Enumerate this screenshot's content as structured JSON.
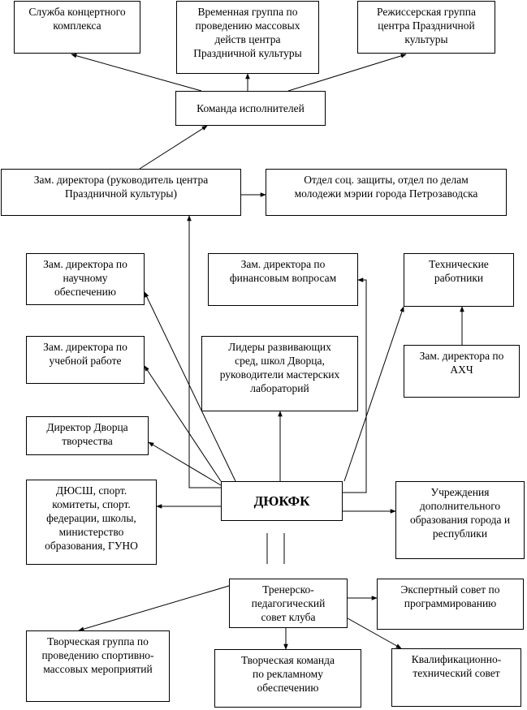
{
  "boxes": {
    "service": "Служба концертного\nкомплекса",
    "temp_group": "Временная группа по\nпроведению массовых\nдейств центра\nПраздничной культуры",
    "director_group": "Режиссерская группа\nцентра Праздничной\nкультуры",
    "performers": "Команда исполнителей",
    "deputy_festive": "Зам. директора (руководитель центра\nПраздничной культуры)",
    "social_dept": "Отдел соц. защиты, отдел по делам\nмолодежи мэрии города Петрозаводска",
    "deputy_science": "Зам. директора по\nнаучному\nобеспечению",
    "deputy_finance": "Зам. директора по\nфинансовым вопросам",
    "tech_workers": "Технические\nработники",
    "deputy_study": "Зам. директора по\nучебной работе",
    "leaders": "Лидеры развивающих\nсред, школ Дворца,\nруководители мастерских\nлабораторий",
    "deputy_ahch": "Зам. директора по\nАХЧ",
    "palace_director": "Директор Дворца\nтворчества",
    "sports_orgs": "ДЮСШ, спорт.\nкомитеты, спорт.\nфедерации, школы,\nминистерство\nобразования, ГУНО",
    "center": "ДЮКФК",
    "institutions": "Учреждения\nдополнительного\nобразования города и\nреспублики",
    "coach_council": "Тренерско-\nпедагогический\nсовет клуба",
    "expert_council": "Экспертный совет по\nпрограммированию",
    "creative_sport": "Творческая группа по\nпроведению спортивно-\nмассовых мероприятий",
    "creative_ads": "Творческая команда\nпо рекламному\nобеспечению",
    "qualification": "Квалификационно-\nтехнический совет"
  }
}
